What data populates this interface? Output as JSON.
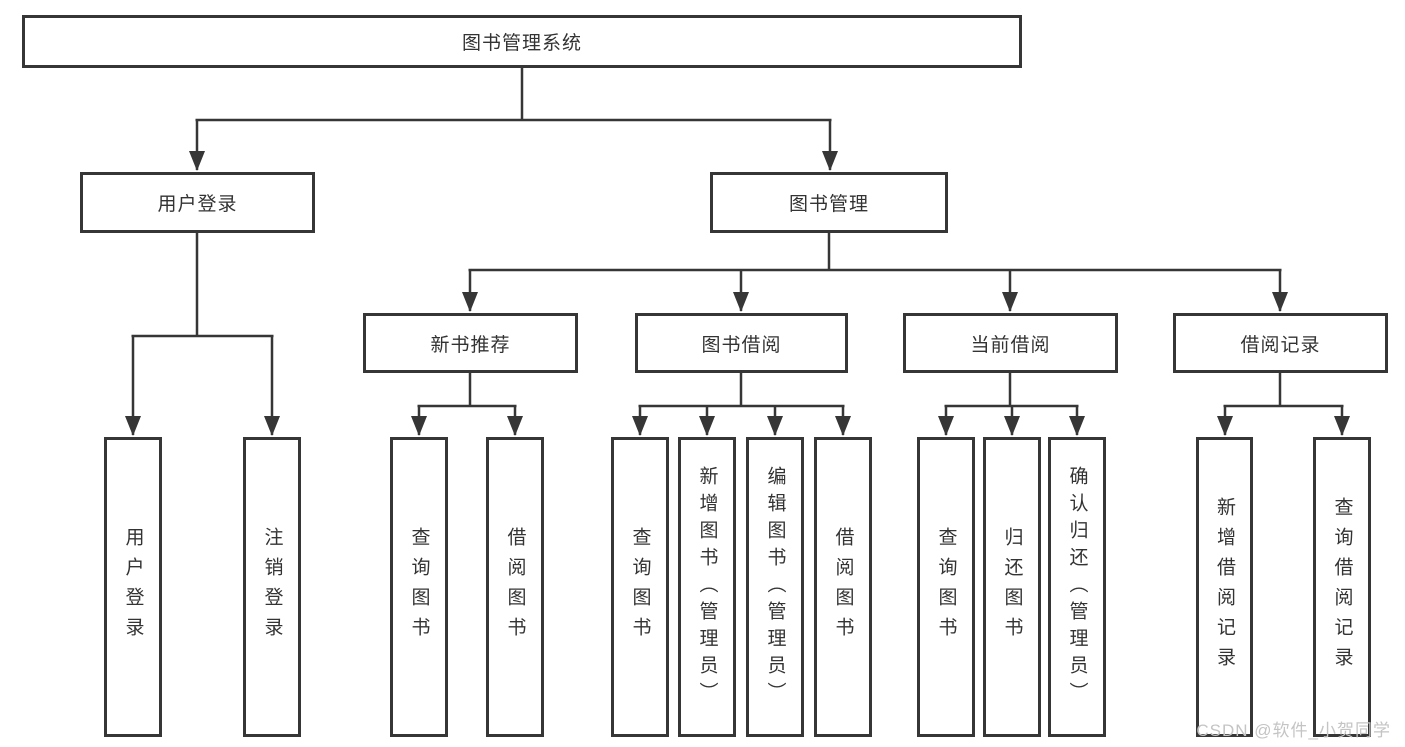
{
  "tree": {
    "root": "图书管理系统",
    "branches": [
      {
        "label": "用户登录",
        "children": [
          "用户登录",
          "注销登录"
        ]
      },
      {
        "label": "图书管理",
        "children": [
          {
            "label": "新书推荐",
            "children": [
              "查询图书",
              "借阅图书"
            ]
          },
          {
            "label": "图书借阅",
            "children": [
              "查询图书",
              "新增图书（管理员）",
              "编辑图书（管理员）",
              "借阅图书"
            ]
          },
          {
            "label": "当前借阅",
            "children": [
              "查询图书",
              "归还图书",
              "确认归还（管理员）"
            ]
          },
          {
            "label": "借阅记录",
            "children": [
              "新增借阅记录",
              "查询借阅记录"
            ]
          }
        ]
      }
    ]
  },
  "watermark": "CSDN @软件_小贺同学",
  "colors": {
    "line": "#363636",
    "box_border": "#363636",
    "text": "#333333",
    "watermark": "#c4c4c4",
    "background": "#ffffff"
  }
}
